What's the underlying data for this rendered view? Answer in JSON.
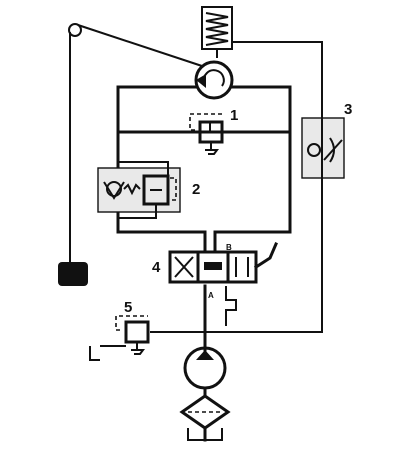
{
  "component_labels": {
    "relief_valve_1": "1",
    "sequence_valve_2": "2",
    "throttle_check_valve_3": "3",
    "directional_valve_4": "4",
    "pressure_gauge_5": "5"
  },
  "port_labels": {
    "valve_port_b": "B",
    "valve_port_a": "A"
  },
  "colors": {
    "ink": "#111111",
    "panel_fill": "#e9e9e9",
    "background": "#ffffff"
  }
}
